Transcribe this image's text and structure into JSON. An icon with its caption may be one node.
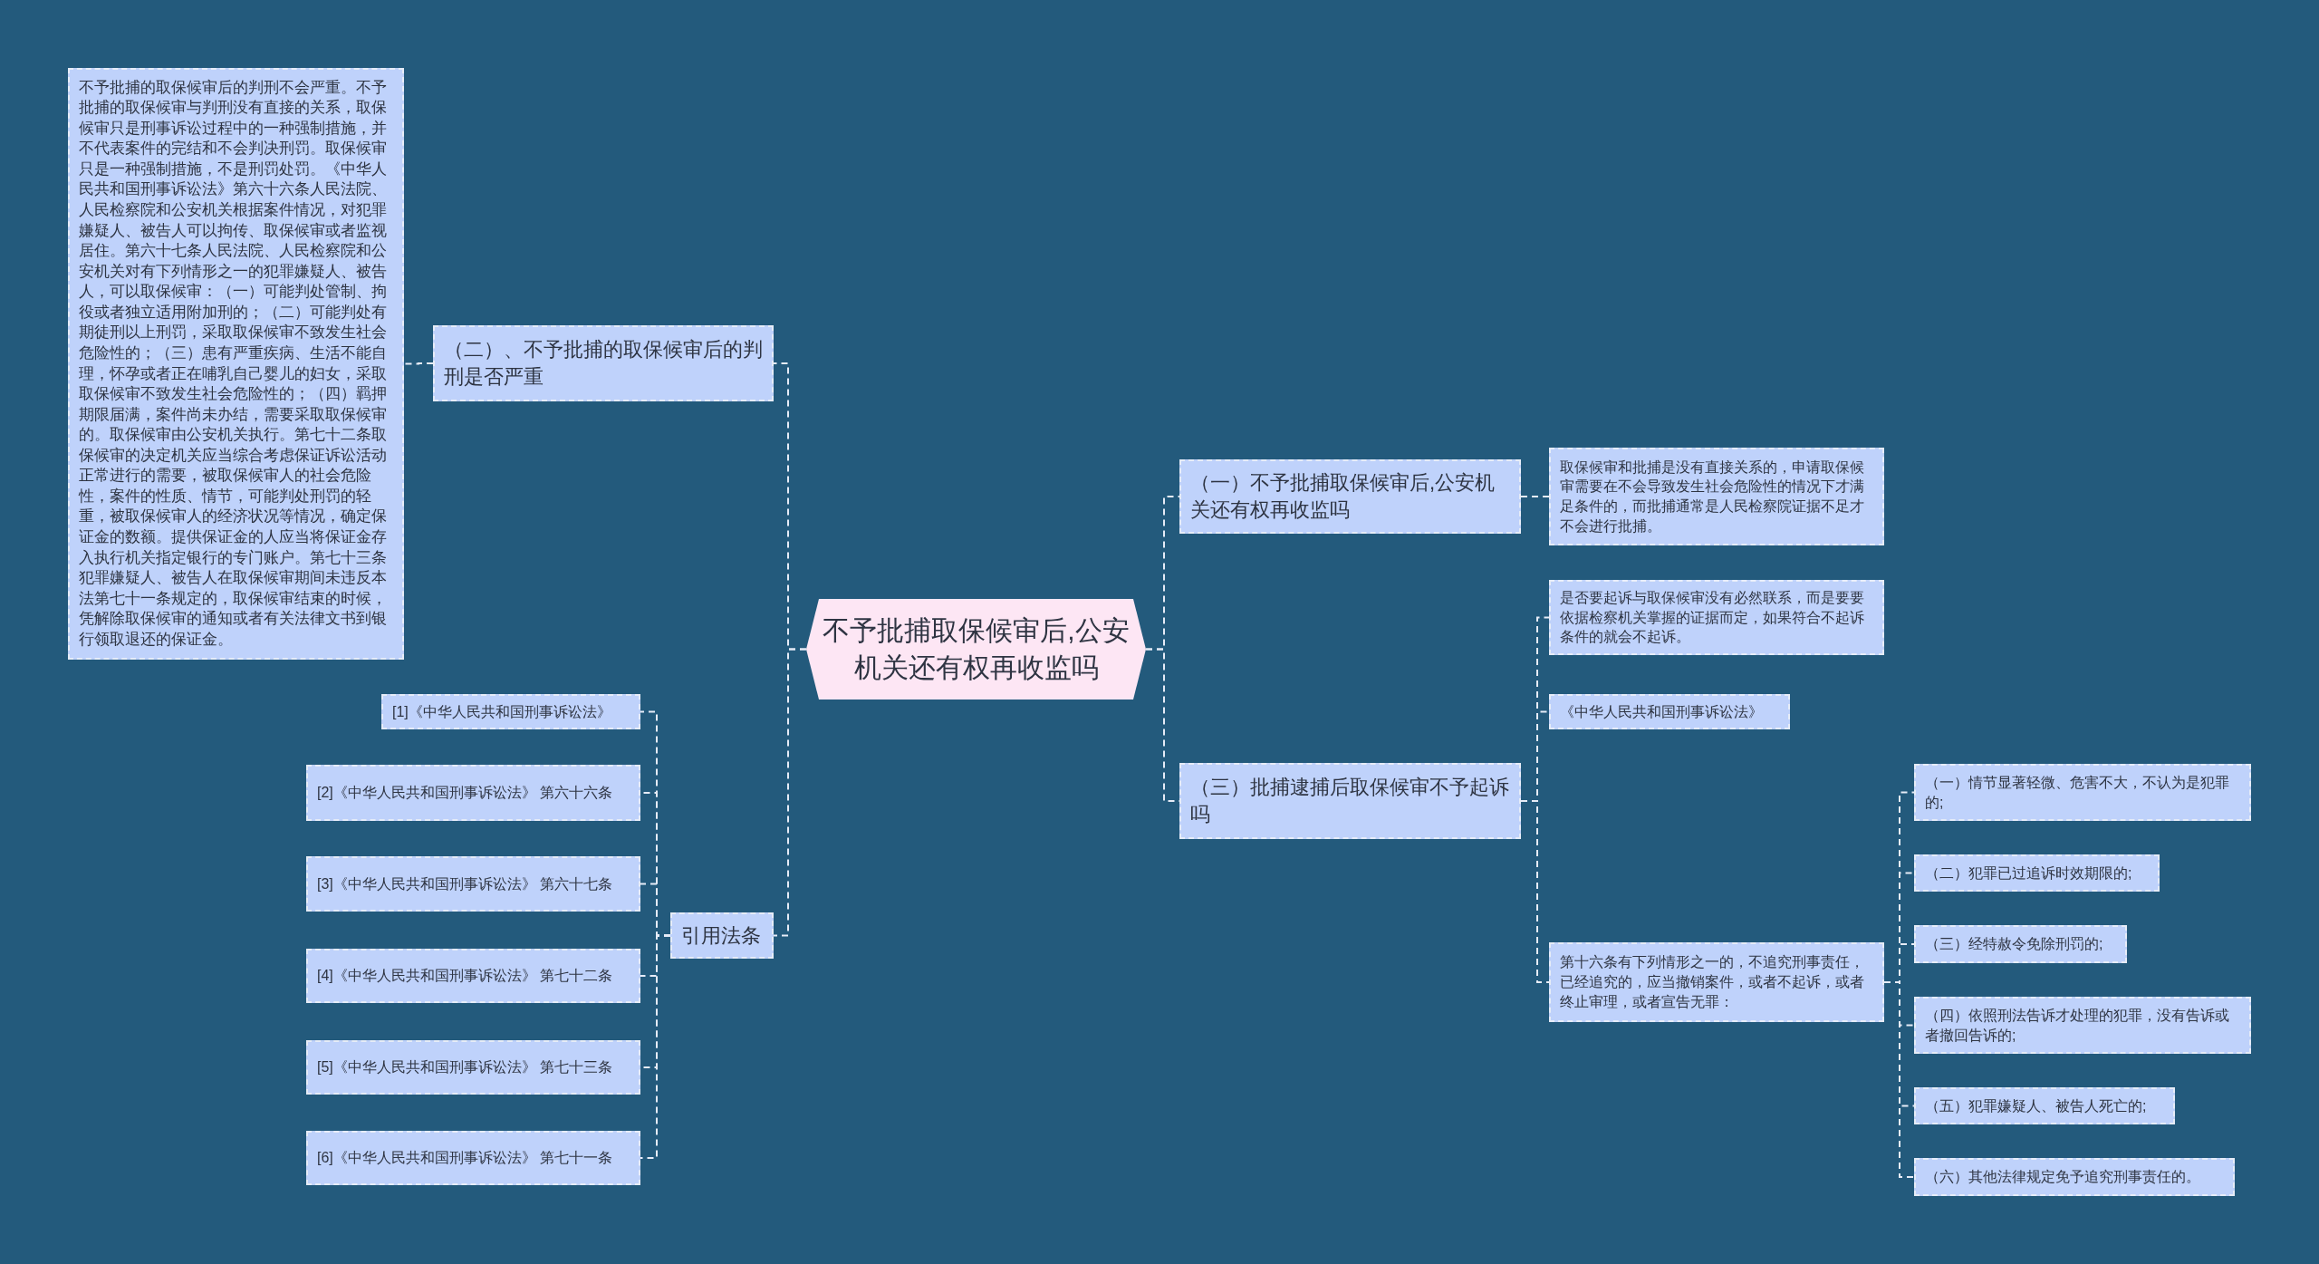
{
  "diagram": {
    "nodes": [
      {
        "text": [
          "不予批捕取保候审后,公安机关还有权再收监吗"
        ]
      },
      {
        "text": [
          "（二）、不予批捕的取保候审后的判刑是否严重"
        ]
      },
      {
        "text": [
          "不予批捕的取保候审后的判刑不会严重。不予批捕的取保候审与判刑没有直接的关系，取保候审只是刑事诉讼过程中的一种强制措施，并不代表案件的完结和不会判决刑罚。取保候审只是一种强制措施，不是刑罚处罚。《中华人民共和国刑事诉讼法》第六十六条人民法院、人民检察院和公安机关根据案件情况，对犯罪嫌疑人、被告人可以拘传、取保候审或者监视居住。第六十七条人民法院、人民检察院和公安机关对有下列情形之一的犯罪嫌疑人、被告人，可以取保候审：（一）可能判处管制、拘役或者独立适用附加刑的；（二）可能判处有期徒刑以上刑罚，采取取保候审不致发生社会危险性的；（三）患有严重疾病、生活不能自理，怀孕或者正在哺乳自己婴儿的妇女，采取取保候审不致发生社会危险性的；（四）羁押期限届满，案件尚未办结，需要采取取保候审的。取保候审由公安机关执行。第七十二条取保候审的决定机关应当综合考虑保证诉讼活动正常进行的需要，被取保候审人的社会危险性，案件的性质、情节，可能判处刑罚的轻重，被取保候审人的经济状况等情况，确定保证金的数额。提供保证金的人应当将保证金存入执行机关指定银行的专门账户。第七十三条犯罪嫌疑人、被告人在取保候审期间未违反本法第七十一条规定的，取保候审结束的时候，凭解除取保候审的通知或者有关法律文书到银行领取退还的保证金。"
        ]
      },
      {
        "text": [
          "引用法条"
        ]
      },
      {
        "text": [
          "[1]《中华人民共和国刑事诉讼法》"
        ]
      },
      {
        "text": [
          "[2]《中华人民共和国刑事诉讼法》 第六十六条"
        ]
      },
      {
        "text": [
          "[3]《中华人民共和国刑事诉讼法》 第六十七条"
        ]
      },
      {
        "text": [
          "[4]《中华人民共和国刑事诉讼法》 第七十二条"
        ]
      },
      {
        "text": [
          "[5]《中华人民共和国刑事诉讼法》 第七十三条"
        ]
      },
      {
        "text": [
          "[6]《中华人民共和国刑事诉讼法》 第七十一条"
        ]
      },
      {
        "text": [
          "（一）不予批捕取保候审后,公安机关还有权再收监吗"
        ]
      },
      {
        "text": [
          "取保候审和批捕是没有直接关系的，申请取保候审需要在不会导致发生社会危险性的情况下才满足条件的，而批捕通常是人民检察院证据不足才不会进行批捕。"
        ]
      },
      {
        "text": [
          "（三）批捕逮捕后取保候审不予起诉吗"
        ]
      },
      {
        "text": [
          "是否要起诉与取保候审没有必然联系，而是要要依据检察机关掌握的证据而定，如果符合不起诉条件的就会不起诉。"
        ]
      },
      {
        "text": [
          "《中华人民共和国刑事诉讼法》"
        ]
      },
      {
        "text": [
          "第十六条有下列情形之一的，不追究刑事责任，已经追究的，应当撤销案件，或者不起诉，或者终止审理，或者宣告无罪："
        ]
      },
      {
        "text": [
          "（一）情节显著轻微、危害不大，不认为是犯罪的;"
        ]
      },
      {
        "text": [
          "（二）犯罪已过追诉时效期限的;"
        ]
      },
      {
        "text": [
          "（三）经特赦令免除刑罚的;"
        ]
      },
      {
        "text": [
          "（四）依照刑法告诉才处理的犯罪，没有告诉或者撤回告诉的;"
        ]
      },
      {
        "text": [
          "（五）犯罪嫌疑人、被告人死亡的;"
        ]
      },
      {
        "text": [
          "（六）其他法律规定免予追究刑事责任的。"
        ]
      }
    ],
    "edges": [
      {
        "from": 0,
        "to": 1,
        "arrow": "none"
      },
      {
        "from": 1,
        "to": 2,
        "arrow": "none"
      },
      {
        "from": 0,
        "to": 3,
        "arrow": "none"
      },
      {
        "from": 3,
        "to": 4,
        "arrow": "none"
      },
      {
        "from": 3,
        "to": 5,
        "arrow": "none"
      },
      {
        "from": 3,
        "to": 6,
        "arrow": "none"
      },
      {
        "from": 3,
        "to": 7,
        "arrow": "none"
      },
      {
        "from": 3,
        "to": 8,
        "arrow": "none"
      },
      {
        "from": 3,
        "to": 9,
        "arrow": "none"
      },
      {
        "from": 0,
        "to": 10,
        "arrow": "none"
      },
      {
        "from": 10,
        "to": 11,
        "arrow": "none"
      },
      {
        "from": 0,
        "to": 12,
        "arrow": "none"
      },
      {
        "from": 12,
        "to": 13,
        "arrow": "none"
      },
      {
        "from": 12,
        "to": 14,
        "arrow": "none"
      },
      {
        "from": 12,
        "to": 15,
        "arrow": "none"
      },
      {
        "from": 15,
        "to": 16,
        "arrow": "none"
      },
      {
        "from": 15,
        "to": 17,
        "arrow": "none"
      },
      {
        "from": 15,
        "to": 18,
        "arrow": "none"
      },
      {
        "from": 15,
        "to": 19,
        "arrow": "none"
      },
      {
        "from": 15,
        "to": 20,
        "arrow": "none"
      },
      {
        "from": 15,
        "to": 21,
        "arrow": "none"
      }
    ]
  }
}
